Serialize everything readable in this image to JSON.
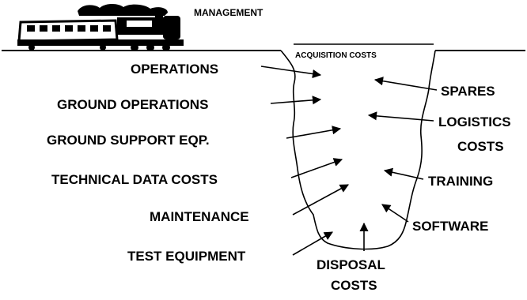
{
  "header": {
    "title": "MANAGEMENT"
  },
  "pit": {
    "top_label": "ACQUISITION COSTS"
  },
  "left_labels": {
    "operations": "OPERATIONS",
    "ground_operations": "GROUND OPERATIONS",
    "ground_support": "GROUND SUPPORT EQP.",
    "technical_data": "TECHNICAL DATA COSTS",
    "maintenance": "MAINTENANCE",
    "test_equipment": "TEST EQUIPMENT"
  },
  "right_labels": {
    "spares": "SPARES",
    "logistics_line1": "LOGISTICS",
    "logistics_line2": "COSTS",
    "training": "TRAINING",
    "software": "SOFTWARE"
  },
  "bottom_label": {
    "line1": "DISPOSAL",
    "line2": "COSTS"
  },
  "icons": {
    "train": "steam-train-icon"
  },
  "colors": {
    "ink": "#000000",
    "background": "#ffffff"
  }
}
